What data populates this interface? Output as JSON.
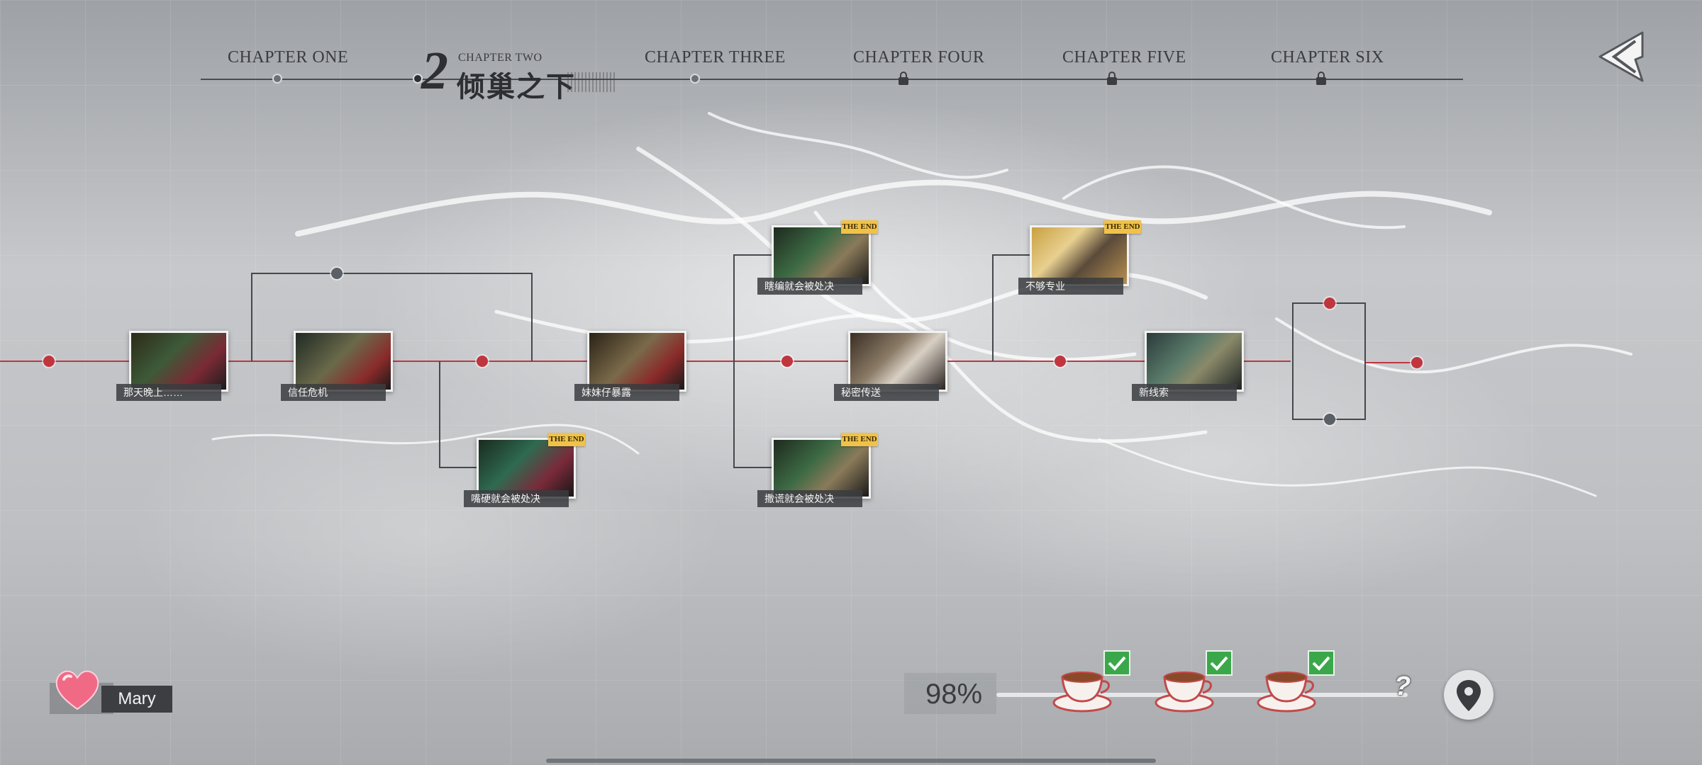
{
  "chapters": [
    {
      "label": "CHAPTER ONE",
      "state": "completed"
    },
    {
      "label": "CHAPTER TWO",
      "number": "2",
      "title": "倾巢之下",
      "state": "current"
    },
    {
      "label": "CHAPTER THREE",
      "state": "available"
    },
    {
      "label": "CHAPTER FOUR",
      "state": "locked"
    },
    {
      "label": "CHAPTER FIVE",
      "state": "locked"
    },
    {
      "label": "CHAPTER SIX",
      "state": "locked"
    }
  ],
  "nodes": [
    {
      "label": "那天晚上……",
      "ending": false
    },
    {
      "label": "信任危机",
      "ending": false
    },
    {
      "label": "嘴硬就会被处决",
      "ending": true
    },
    {
      "label": "妹妹仔暴露",
      "ending": false
    },
    {
      "label": "瞎编就会被处决",
      "ending": true
    },
    {
      "label": "撒谎就会被处决",
      "ending": true
    },
    {
      "label": "秘密传送",
      "ending": false
    },
    {
      "label": "不够专业",
      "ending": true
    },
    {
      "label": "新线索",
      "ending": false
    }
  ],
  "end_badge": "THE END",
  "character": {
    "name": "Mary",
    "icon": "heart-icon"
  },
  "progress": {
    "percent_label": "98%",
    "value": 98,
    "cups_completed": 3,
    "unknown_marker": "?"
  },
  "colors": {
    "path_red": "#c0363f",
    "branch_gray": "#5b5f66",
    "end_badge": "#f0c24a",
    "check_green": "#3aa84a"
  }
}
